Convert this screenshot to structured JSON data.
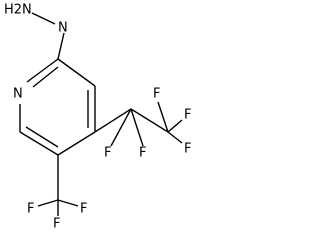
{
  "atom_labels": {
    "hydrazine": "H2N",
    "nh": "N",
    "ring_n": "N",
    "cf3": [
      "F",
      "F",
      "F"
    ],
    "c2f5": [
      "F",
      "F",
      "F",
      "F",
      "F"
    ]
  }
}
